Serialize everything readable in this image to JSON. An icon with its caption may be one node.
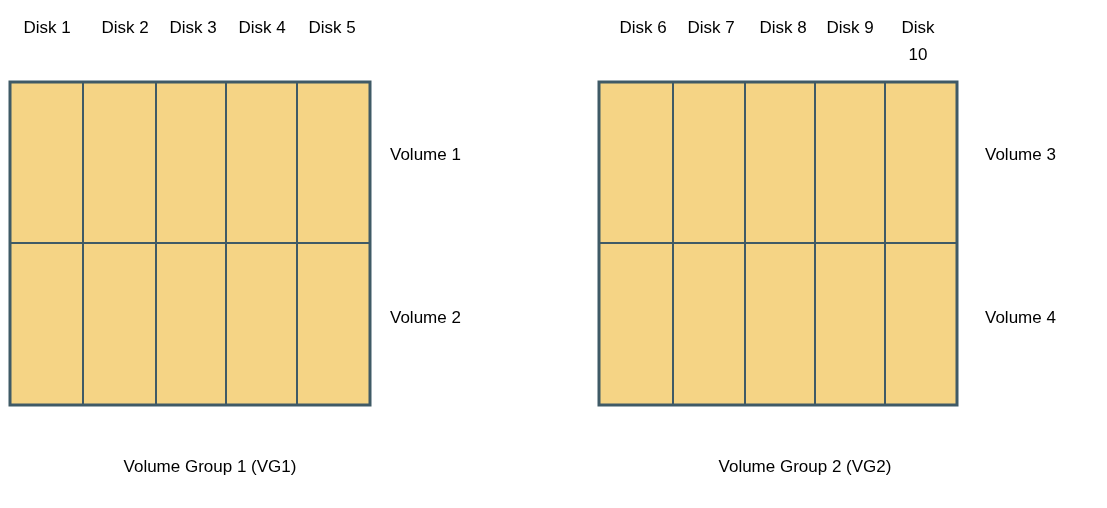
{
  "diagram": {
    "labels": [
      "Disk 1",
      "Disk 2",
      "Disk 3",
      "Disk 4",
      "Disk 5",
      "Disk 6",
      "Disk 7",
      "Disk 8",
      "Disk 9",
      "Disk 10",
      "Volume 1",
      "Volume 3",
      "Volume 2",
      "Volume 4",
      "Volume Group 1 (VG1)",
      "Volume Group 2 (VG2)"
    ]
  }
}
